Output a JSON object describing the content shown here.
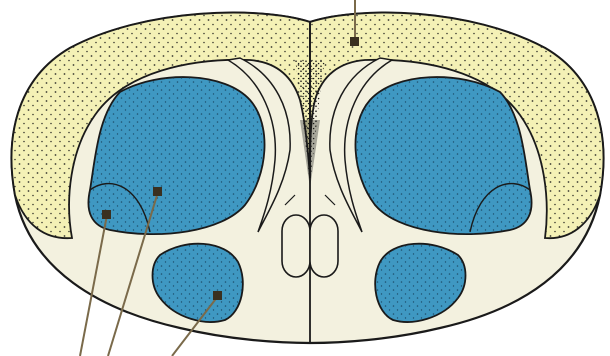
{
  "diagram": {
    "colors": {
      "background": "#ffffff",
      "outline": "#1a1a1a",
      "outer_zone": "#f4f1b6",
      "inner_body": "#f3f1df",
      "blue_region": "#3f98c2",
      "stipple": "#1a1a1a",
      "leader": "#7a6a4a"
    },
    "regions": [
      "outer-zone-left",
      "outer-zone-right",
      "inner-body",
      "blue-region-upper-left",
      "blue-region-upper-right",
      "blue-region-lower-left",
      "blue-region-lower-right",
      "central-canal"
    ],
    "markers": 4,
    "leaders": 4
  }
}
